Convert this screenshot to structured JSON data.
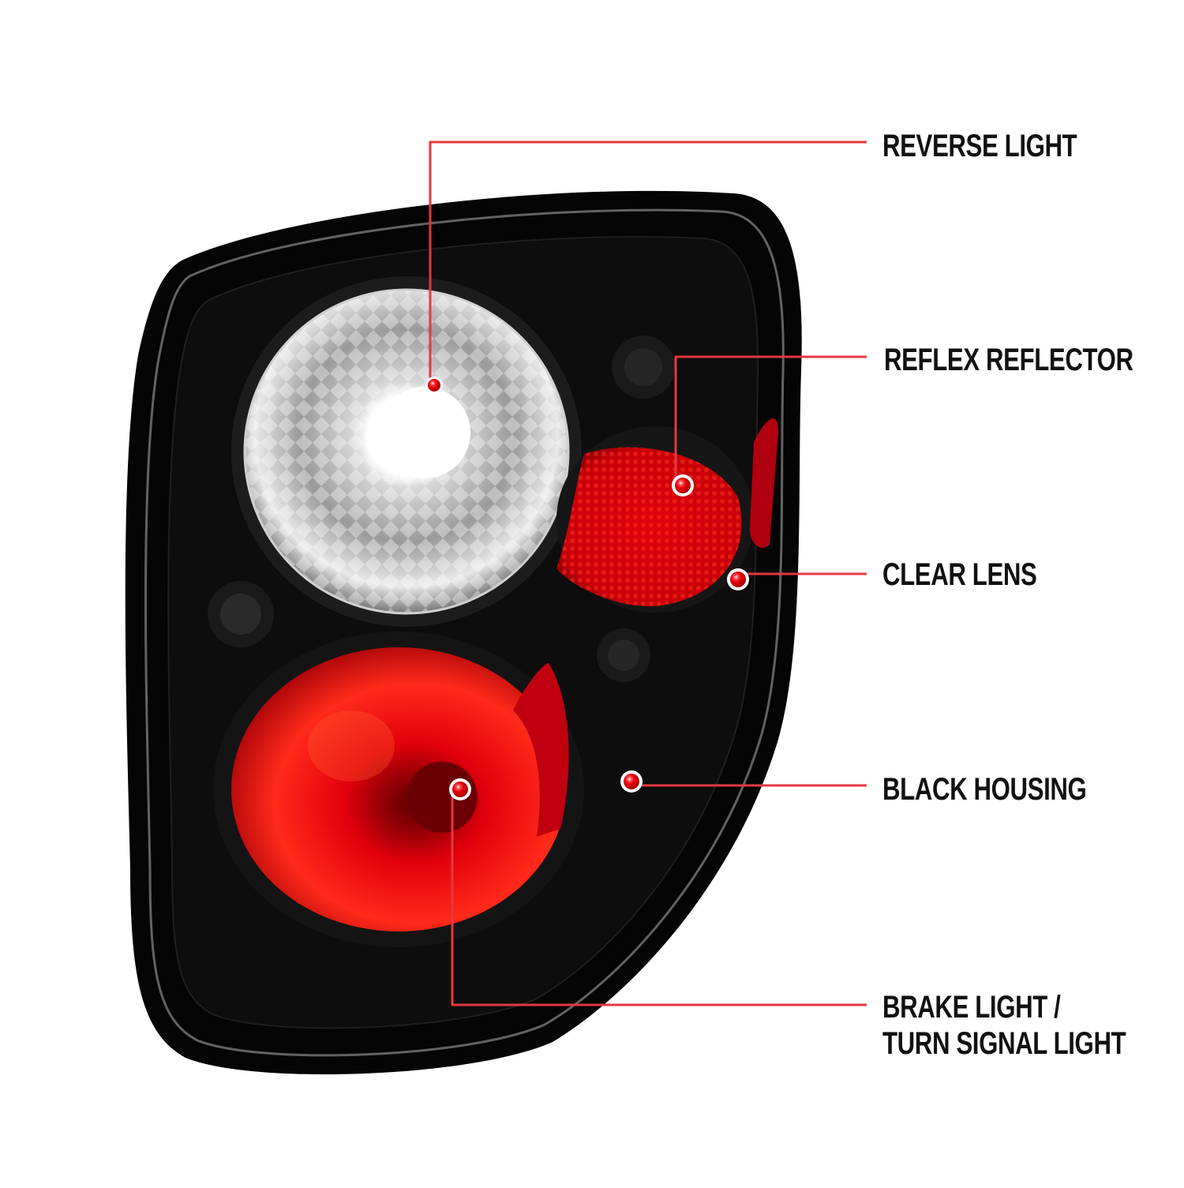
{
  "colors": {
    "background": "#ffffff",
    "callout_line": "#e5383f",
    "callout_dot": "#e8000b",
    "housing": "#0b0b0b",
    "red_lens": "#d4000a",
    "label_text": "#111111"
  },
  "product": {
    "name": "tail-light-assembly",
    "housing_color": "black"
  },
  "callouts": [
    {
      "id": "reverse-light",
      "label": "REVERSE LIGHT",
      "dot": [
        550,
        488
      ]
    },
    {
      "id": "reflex-reflector",
      "label": "REFLEX REFLECTOR",
      "dot": [
        865,
        615
      ]
    },
    {
      "id": "clear-lens",
      "label": "CLEAR LENS",
      "dot": [
        935,
        734
      ]
    },
    {
      "id": "black-housing",
      "label": "BLACK HOUSING",
      "dot": [
        800,
        990
      ]
    },
    {
      "id": "brake-turn-light",
      "label_line1": "BRAKE LIGHT /",
      "label_line2": "TURN SIGNAL LIGHT",
      "dot": [
        583,
        1000
      ]
    }
  ]
}
